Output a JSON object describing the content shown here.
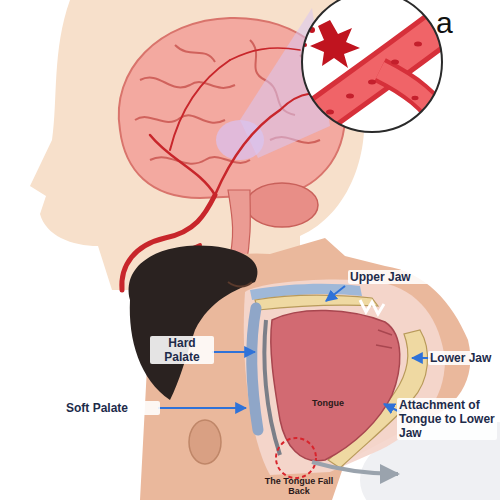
{
  "diagram": {
    "labels": [
      "a",
      "Upper Jaw",
      "Hard Palate",
      "Lower Jaw",
      "Soft Palate",
      "Tongue",
      "Attachment of Tongue to Lower Jaw",
      "The Tongue Fall Back"
    ]
  }
}
